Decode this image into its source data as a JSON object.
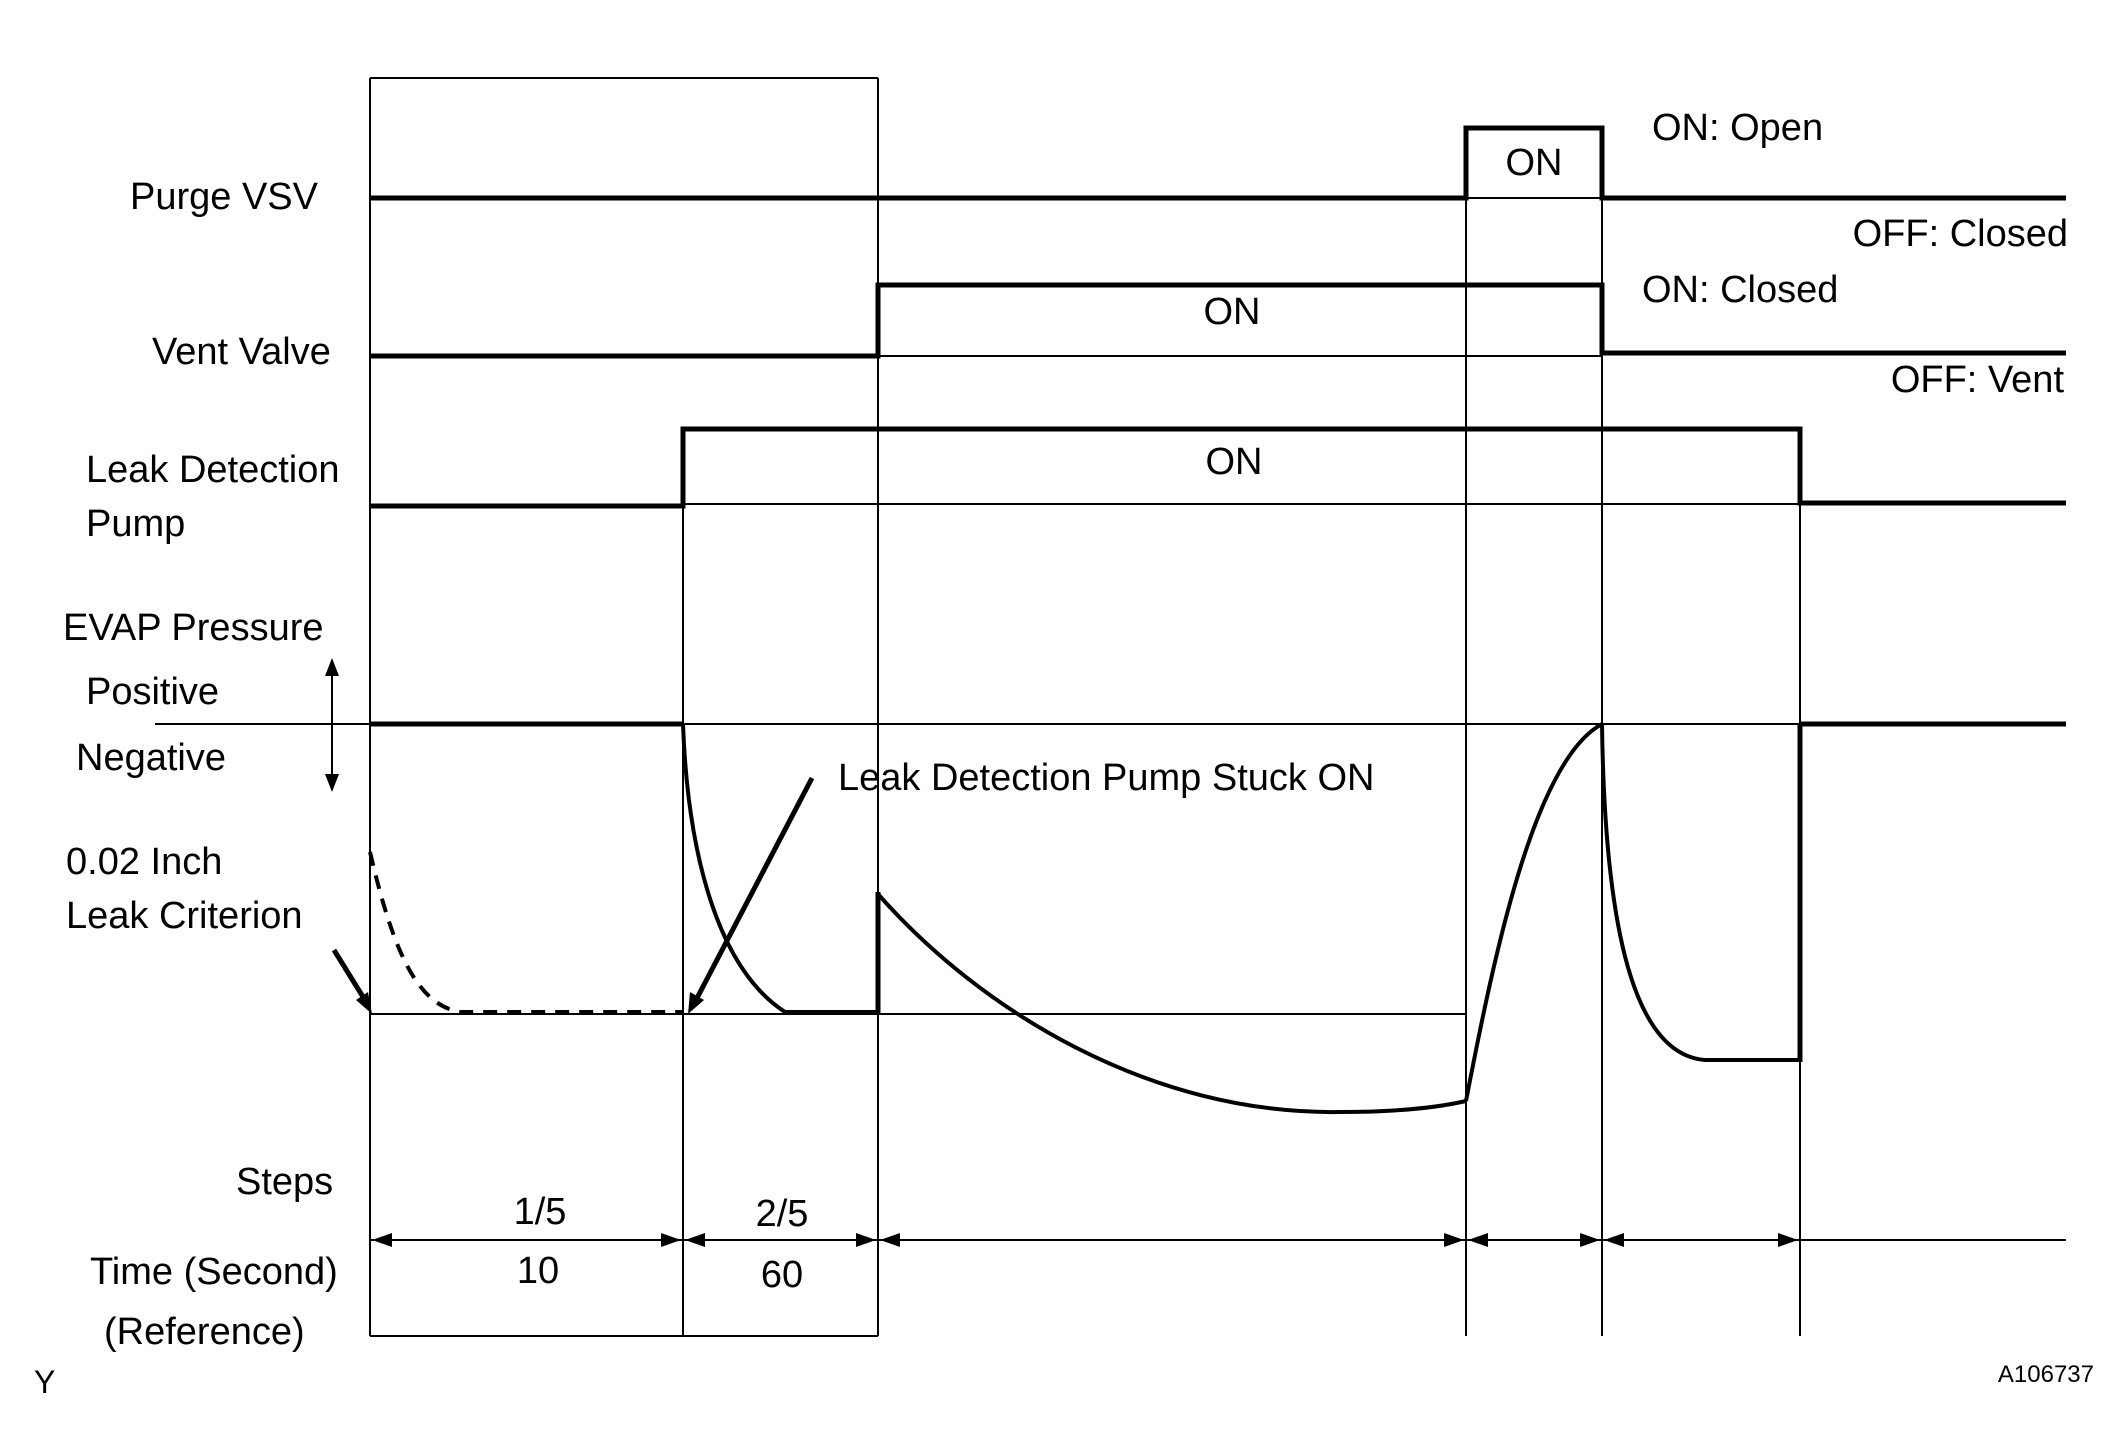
{
  "signals": {
    "purge_vsv": "Purge VSV",
    "vent_valve": "Vent Valve",
    "pump_line1": "Leak Detection",
    "pump_line2": "Pump",
    "evap_pressure": "EVAP Pressure",
    "positive": "Positive",
    "negative": "Negative"
  },
  "state_labels": {
    "purge_on": "ON",
    "vent_on": "ON",
    "pump_on": "ON",
    "purge_on_desc": "ON: Open",
    "purge_off_desc": "OFF: Closed",
    "vent_on_desc": "ON: Closed",
    "vent_off_desc": "OFF: Vent"
  },
  "annotations": {
    "leak_line1": "0.02 Inch",
    "leak_line2": "Leak Criterion",
    "pump_stuck": "Leak Detection Pump Stuck ON"
  },
  "timeline": {
    "steps_label": "Steps",
    "time_label": "Time (Second)",
    "reference_label": "(Reference)",
    "step1": "1/5",
    "step2": "2/5",
    "time1": "10",
    "time2": "60"
  },
  "corner": {
    "left": "Y",
    "right": "A106737"
  }
}
